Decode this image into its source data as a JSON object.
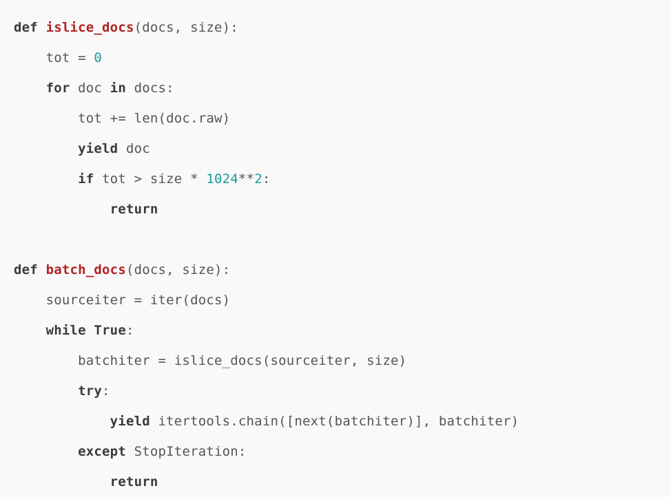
{
  "editor": {
    "language": "python",
    "background_color": "#f9f9f9",
    "colors": {
      "keyword": "#3a3a3a",
      "function_name": "#b22222",
      "number": "#199a9a",
      "plain": "#555555"
    }
  },
  "code": {
    "lines": [
      {
        "id": "line-1",
        "indent": 0,
        "tokens": [
          {
            "t": "def",
            "k": "kw"
          },
          {
            "t": " ",
            "k": "plain"
          },
          {
            "t": "islice_docs",
            "k": "fn"
          },
          {
            "t": "(docs, size):",
            "k": "plain"
          }
        ]
      },
      {
        "id": "line-2",
        "indent": 1,
        "tokens": [
          {
            "t": "tot = ",
            "k": "plain"
          },
          {
            "t": "0",
            "k": "num"
          }
        ]
      },
      {
        "id": "line-3",
        "indent": 1,
        "tokens": [
          {
            "t": "for",
            "k": "kw"
          },
          {
            "t": " doc ",
            "k": "plain"
          },
          {
            "t": "in",
            "k": "kw"
          },
          {
            "t": " docs:",
            "k": "plain"
          }
        ]
      },
      {
        "id": "line-4",
        "indent": 2,
        "tokens": [
          {
            "t": "tot += len(doc.raw)",
            "k": "plain"
          }
        ]
      },
      {
        "id": "line-5",
        "indent": 2,
        "tokens": [
          {
            "t": "yield",
            "k": "kw"
          },
          {
            "t": " doc",
            "k": "plain"
          }
        ]
      },
      {
        "id": "line-6",
        "indent": 2,
        "tokens": [
          {
            "t": "if",
            "k": "kw"
          },
          {
            "t": " tot > size * ",
            "k": "plain"
          },
          {
            "t": "1024",
            "k": "num"
          },
          {
            "t": "**",
            "k": "op"
          },
          {
            "t": "2",
            "k": "num"
          },
          {
            "t": ":",
            "k": "plain"
          }
        ]
      },
      {
        "id": "line-7",
        "indent": 3,
        "tokens": [
          {
            "t": "return",
            "k": "kw"
          }
        ]
      },
      {
        "id": "line-8",
        "indent": 0,
        "tokens": []
      },
      {
        "id": "line-9",
        "indent": 0,
        "tokens": [
          {
            "t": "def",
            "k": "kw"
          },
          {
            "t": " ",
            "k": "plain"
          },
          {
            "t": "batch_docs",
            "k": "fn"
          },
          {
            "t": "(docs, size):",
            "k": "plain"
          }
        ]
      },
      {
        "id": "line-10",
        "indent": 1,
        "tokens": [
          {
            "t": "sourceiter = iter(docs)",
            "k": "plain"
          }
        ]
      },
      {
        "id": "line-11",
        "indent": 1,
        "tokens": [
          {
            "t": "while",
            "k": "kw"
          },
          {
            "t": " ",
            "k": "plain"
          },
          {
            "t": "True",
            "k": "kw"
          },
          {
            "t": ":",
            "k": "plain"
          }
        ]
      },
      {
        "id": "line-12",
        "indent": 2,
        "tokens": [
          {
            "t": "batchiter = islice_docs(sourceiter, size)",
            "k": "plain"
          }
        ]
      },
      {
        "id": "line-13",
        "indent": 2,
        "tokens": [
          {
            "t": "try",
            "k": "kw"
          },
          {
            "t": ":",
            "k": "plain"
          }
        ]
      },
      {
        "id": "line-14",
        "indent": 3,
        "tokens": [
          {
            "t": "yield",
            "k": "kw"
          },
          {
            "t": " itertools.chain([next(batchiter)], batchiter)",
            "k": "plain"
          }
        ]
      },
      {
        "id": "line-15",
        "indent": 2,
        "tokens": [
          {
            "t": "except",
            "k": "kw"
          },
          {
            "t": " StopIteration:",
            "k": "plain"
          }
        ]
      },
      {
        "id": "line-16",
        "indent": 3,
        "tokens": [
          {
            "t": "return",
            "k": "kw"
          }
        ]
      }
    ]
  }
}
